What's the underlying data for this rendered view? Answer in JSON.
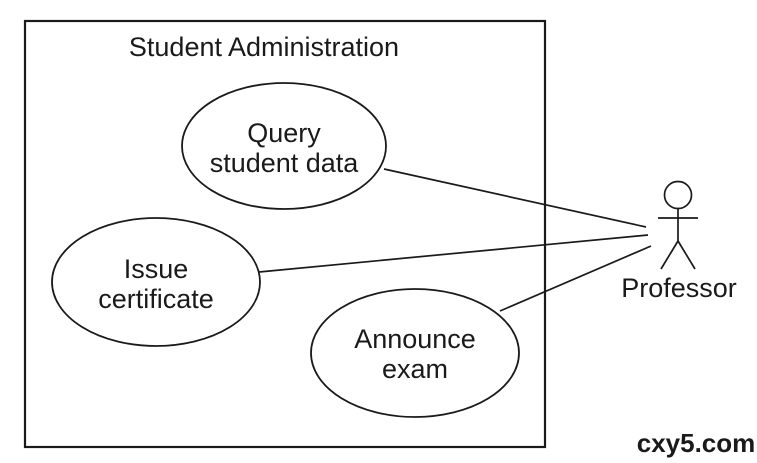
{
  "diagram": {
    "type": "uml-use-case",
    "system": {
      "title": "Student Administration"
    },
    "use_cases": [
      {
        "id": "query-student-data",
        "label_line1": "Query",
        "label_line2": "student data"
      },
      {
        "id": "issue-certificate",
        "label_line1": "Issue",
        "label_line2": "certificate"
      },
      {
        "id": "announce-exam",
        "label_line1": "Announce",
        "label_line2": "exam"
      }
    ],
    "actor": {
      "name": "Professor"
    },
    "associations": [
      {
        "from": "query-student-data",
        "to": "Professor"
      },
      {
        "from": "issue-certificate",
        "to": "Professor"
      },
      {
        "from": "announce-exam",
        "to": "Professor"
      }
    ],
    "watermark": {
      "text": "cxy5.com",
      "color": "#ee1111"
    },
    "colors": {
      "stroke": "#1a1a1a",
      "background": "#ffffff"
    }
  }
}
